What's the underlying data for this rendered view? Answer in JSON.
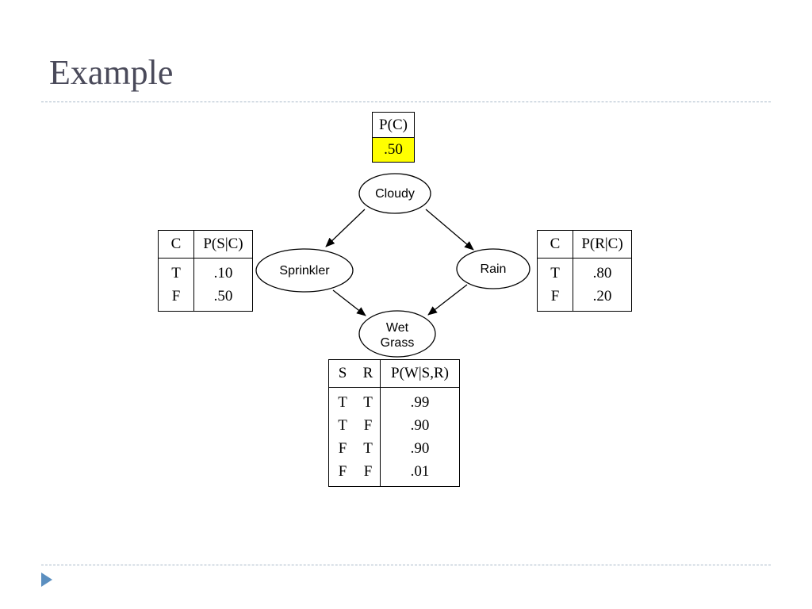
{
  "slide": {
    "title": "Example"
  },
  "nodes": {
    "cloudy": "Cloudy",
    "sprinkler": "Sprinkler",
    "rain": "Rain",
    "wet_grass_line1": "Wet",
    "wet_grass_line2": "Grass"
  },
  "cpt_cloudy": {
    "header": "P(C)",
    "value": ".50",
    "highlight_color": "#ffff00"
  },
  "cpt_sprinkler": {
    "headers": [
      "C",
      "P(S|C)"
    ],
    "rows": [
      [
        "T",
        ".10"
      ],
      [
        "F",
        ".50"
      ]
    ]
  },
  "cpt_rain": {
    "headers": [
      "C",
      "P(R|C)"
    ],
    "rows": [
      [
        "T",
        ".80"
      ],
      [
        "F",
        ".20"
      ]
    ]
  },
  "cpt_wet_grass": {
    "headers": [
      "S",
      "R",
      "P(W|S,R)"
    ],
    "rows": [
      [
        "T",
        "T",
        ".99"
      ],
      [
        "T",
        "F",
        ".90"
      ],
      [
        "F",
        "T",
        ".90"
      ],
      [
        "F",
        "F",
        ".01"
      ]
    ]
  }
}
